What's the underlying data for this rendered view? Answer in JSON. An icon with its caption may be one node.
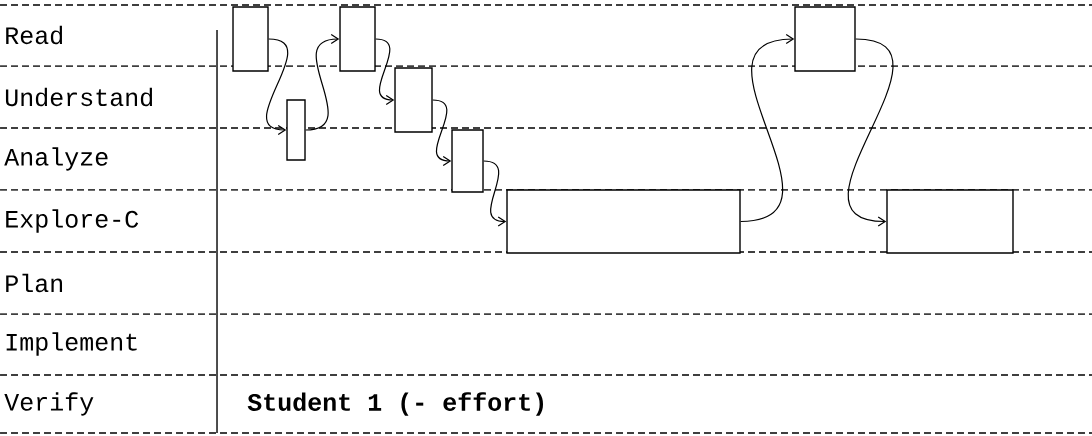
{
  "diagram": {
    "nodes": [
      {
        "text": [],
        "shape": "box"
      },
      {
        "text": [],
        "shape": "box"
      },
      {
        "text": [],
        "shape": "box"
      },
      {
        "text": [],
        "shape": "box"
      },
      {
        "text": [],
        "shape": "box"
      },
      {
        "text": [],
        "shape": "box"
      },
      {
        "text": [],
        "shape": "box"
      },
      {
        "text": [],
        "shape": "box"
      }
    ],
    "edges": [
      {
        "from": 0,
        "to": 1,
        "arrow": "to"
      },
      {
        "from": 1,
        "to": 2,
        "arrow": "to"
      },
      {
        "from": 2,
        "to": 3,
        "arrow": "to"
      },
      {
        "from": 3,
        "to": 4,
        "arrow": "to"
      },
      {
        "from": 4,
        "to": 5,
        "arrow": "to"
      },
      {
        "from": 5,
        "to": 6,
        "arrow": "to"
      },
      {
        "from": 6,
        "to": 7,
        "arrow": "to"
      }
    ],
    "labels": [
      "Read",
      "Understand",
      "Analyze",
      "Explore-C",
      "Plan",
      "Implement",
      "Verify",
      "Student 1 (- effort)"
    ]
  }
}
